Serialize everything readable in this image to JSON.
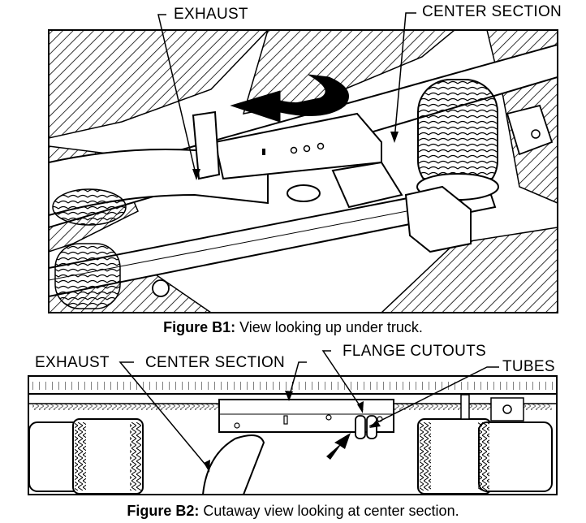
{
  "figure_b1": {
    "labels": {
      "exhaust": "EXHAUST",
      "center_section": "CENTER SECTION"
    },
    "caption": {
      "prefix": "Figure B1:",
      "text": " View looking up under truck."
    }
  },
  "figure_b2": {
    "labels": {
      "exhaust": "EXHAUST",
      "center_section": "CENTER SECTION",
      "flange_cutouts": "FLANGE CUTOUTS",
      "tubes": "TUBES"
    },
    "caption": {
      "prefix": "Figure B2:",
      "text": " Cutaway view looking at center section."
    }
  }
}
